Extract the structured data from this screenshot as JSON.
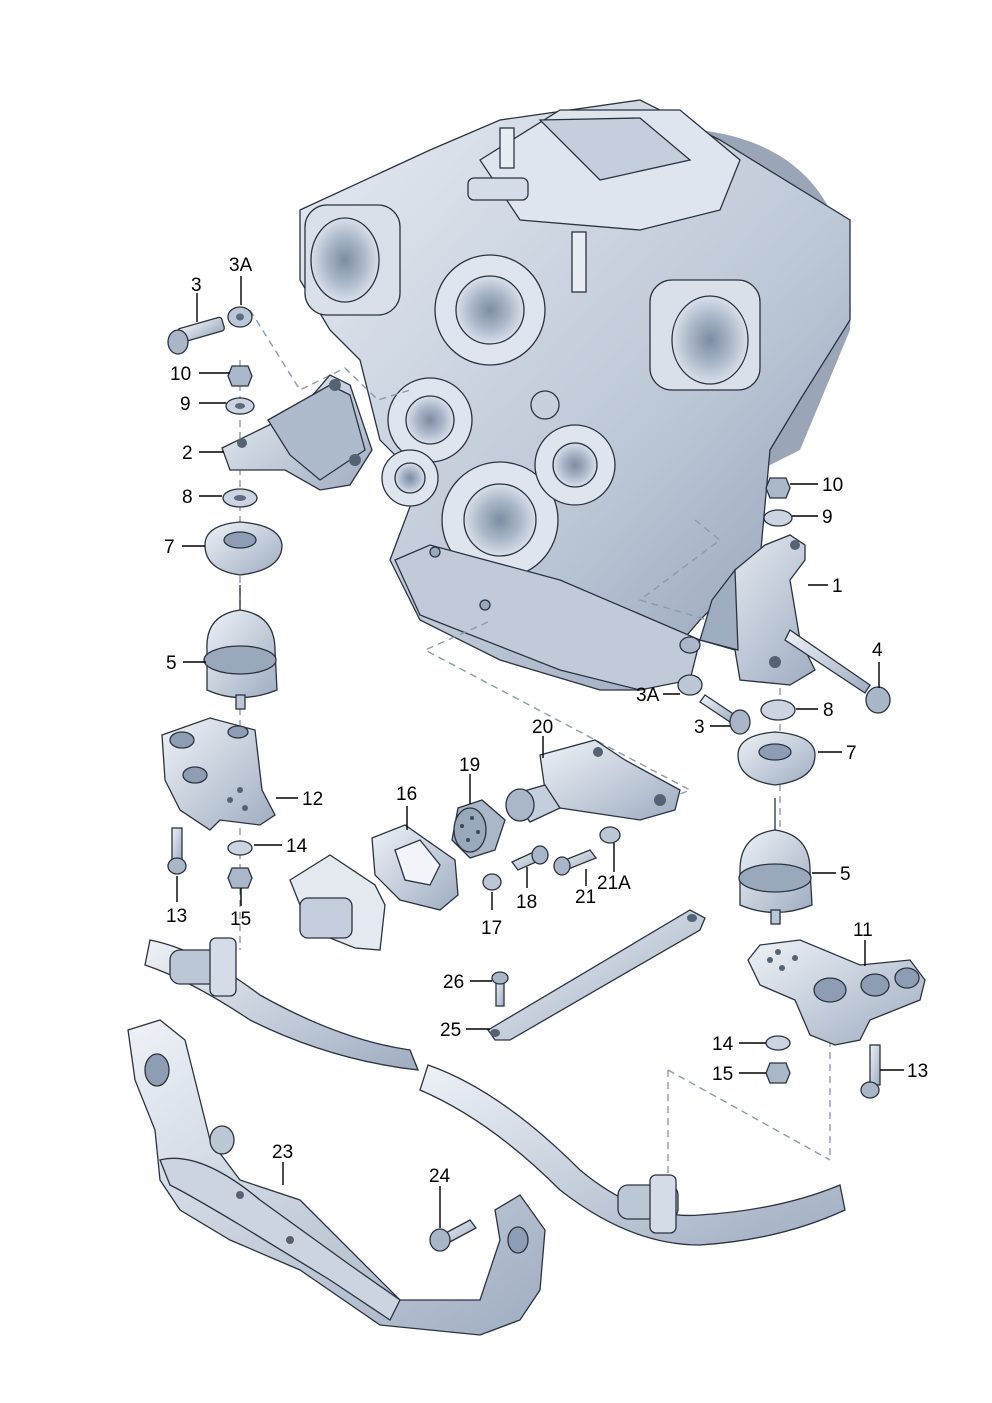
{
  "diagram": {
    "type": "exploded parts diagram",
    "callouts": [
      {
        "id": "c-3-left",
        "label": "3"
      },
      {
        "id": "c-3a-left",
        "label": "3A"
      },
      {
        "id": "c-10-left",
        "label": "10"
      },
      {
        "id": "c-9-left",
        "label": "9"
      },
      {
        "id": "c-2",
        "label": "2"
      },
      {
        "id": "c-8-left",
        "label": "8"
      },
      {
        "id": "c-7-left",
        "label": "7"
      },
      {
        "id": "c-5-left",
        "label": "5"
      },
      {
        "id": "c-12",
        "label": "12"
      },
      {
        "id": "c-13-left",
        "label": "13"
      },
      {
        "id": "c-14-left",
        "label": "14"
      },
      {
        "id": "c-15-left",
        "label": "15"
      },
      {
        "id": "c-16",
        "label": "16"
      },
      {
        "id": "c-19",
        "label": "19"
      },
      {
        "id": "c-20",
        "label": "20"
      },
      {
        "id": "c-17",
        "label": "17"
      },
      {
        "id": "c-18",
        "label": "18"
      },
      {
        "id": "c-21",
        "label": "21"
      },
      {
        "id": "c-21a",
        "label": "21A"
      },
      {
        "id": "c-10-right",
        "label": "10"
      },
      {
        "id": "c-9-right",
        "label": "9"
      },
      {
        "id": "c-1",
        "label": "1"
      },
      {
        "id": "c-4",
        "label": "4"
      },
      {
        "id": "c-3a-right",
        "label": "3A"
      },
      {
        "id": "c-3-right",
        "label": "3"
      },
      {
        "id": "c-8-right",
        "label": "8"
      },
      {
        "id": "c-7-right",
        "label": "7"
      },
      {
        "id": "c-5-right",
        "label": "5"
      },
      {
        "id": "c-11",
        "label": "11"
      },
      {
        "id": "c-14-right",
        "label": "14"
      },
      {
        "id": "c-15-right",
        "label": "15"
      },
      {
        "id": "c-13-right",
        "label": "13"
      },
      {
        "id": "c-26",
        "label": "26"
      },
      {
        "id": "c-25",
        "label": "25"
      },
      {
        "id": "c-23",
        "label": "23"
      },
      {
        "id": "c-24",
        "label": "24"
      }
    ],
    "colors": {
      "part_fill": "#c9d3e1",
      "part_dark": "#8e9db3",
      "part_light": "#e4eaf2",
      "outline": "#2a3340",
      "dashed": "#8c9aae",
      "label": "#000000"
    }
  }
}
